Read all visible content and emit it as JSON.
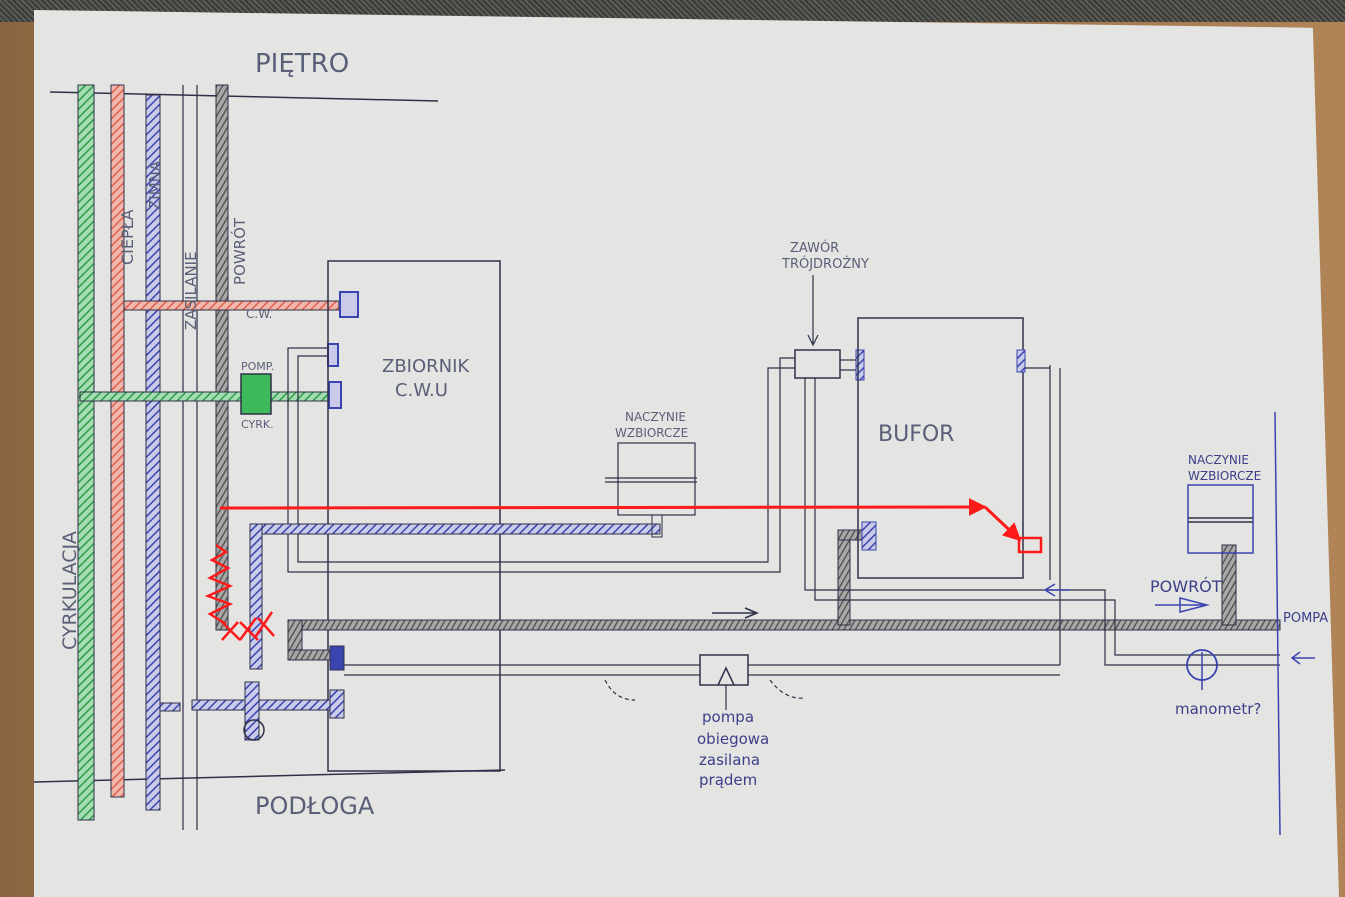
{
  "labels": {
    "upper_floor": "PIĘTRO",
    "lower_floor": "PODŁOGA",
    "circulation": "CYRKULACJA",
    "hot_water": "CIEPŁA",
    "cold_water": "ZIMNA",
    "supply": "ZASILANIE",
    "return": "POWRÓT",
    "cwu_pipe": "C.W.",
    "circ_pump_top": "POMP.",
    "circ_pump_bottom": "CYRK.",
    "tank_title": "ZBIORNIK",
    "tank_subtitle": "C.W.U",
    "valve_line1": "ZAWÓR",
    "valve_line2": "TRÓJDROŻNY",
    "expansion_vessel_1_line1": "NACZYNIE",
    "expansion_vessel_1_line2": "WZBIORCZE",
    "buffer": "BUFOR",
    "expansion_vessel_2_line1": "NACZYNIE",
    "expansion_vessel_2_line2": "WZBIORCZE",
    "return_right": "POWRÓT",
    "pump_right": "POMPA",
    "manometer": "manometr?",
    "pump_note_1": "pompa",
    "pump_note_2": "obiegowa",
    "pump_note_3": "zasilana",
    "pump_note_4": "prądem"
  },
  "colors": {
    "circulation": "#2e9a4a",
    "hot": "#e0604c",
    "cold": "#3a44b0",
    "return": "#7a7a7a",
    "ink": "#2e3048",
    "annotation": "#ff1a1a"
  }
}
